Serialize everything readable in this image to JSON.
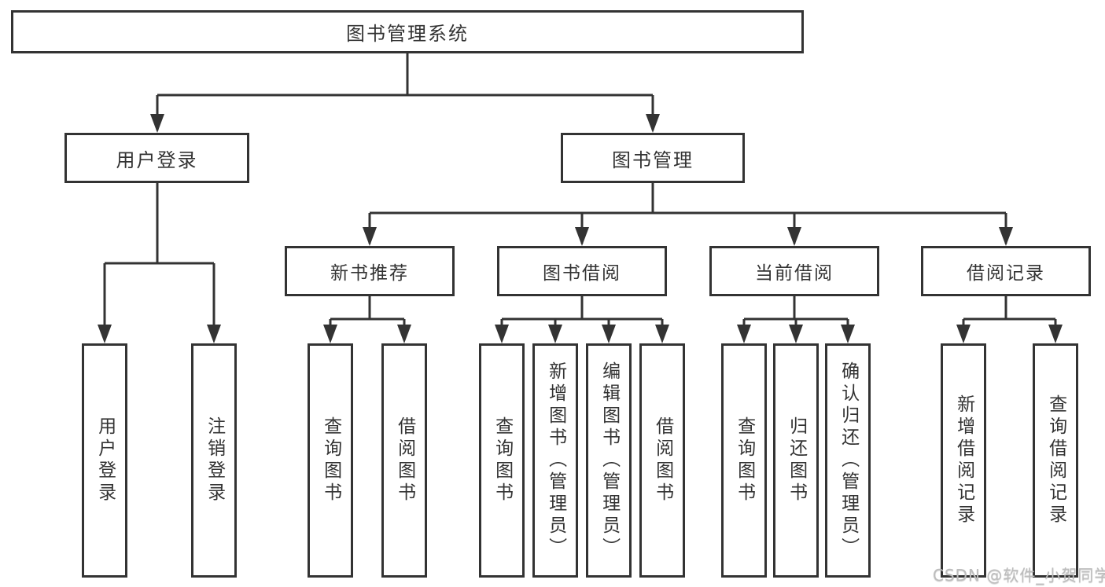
{
  "colors": {
    "line": "#333333",
    "box_border": "#333333",
    "text": "#333333",
    "background": "#ffffff",
    "watermark": "#bdbdbd"
  },
  "watermark": {
    "text": "CSDN @软件_小贺同学"
  },
  "tree": {
    "root": {
      "label": "图书管理系统"
    },
    "branches": [
      {
        "label": "用户登录",
        "children": [
          "用户登录",
          "注销登录"
        ]
      },
      {
        "label": "图书管理",
        "groups": [
          {
            "label": "新书推荐",
            "children": [
              "查询图书",
              "借阅图书"
            ]
          },
          {
            "label": "图书借阅",
            "children": [
              "查询图书",
              "新增图书（管理员）",
              "编辑图书（管理员）",
              "借阅图书"
            ]
          },
          {
            "label": "当前借阅",
            "children": [
              "查询图书",
              "归还图书",
              "确认归还（管理员）"
            ]
          },
          {
            "label": "借阅记录",
            "children": [
              "新增借阅记录",
              "查询借阅记录"
            ]
          }
        ]
      }
    ]
  }
}
